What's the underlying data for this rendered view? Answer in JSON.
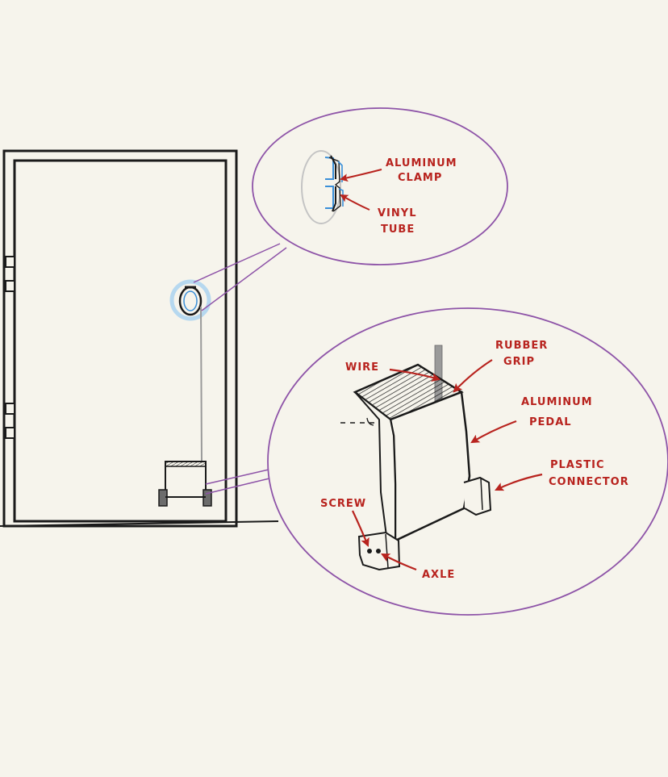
{
  "colors": {
    "background": "#f6f4ec",
    "ink": "#1a1a1a",
    "callout": "#8e54a8",
    "label": "#b8231e",
    "highlight": "#3a8fd8",
    "wire": "#9a9a9a"
  },
  "labels": {
    "aluminum_clamp": [
      "ALUMINUM",
      "CLAMP"
    ],
    "vinyl_tube": [
      "VINYL",
      "TUBE"
    ],
    "wire": "WIRE",
    "rubber_grip": [
      "RUBBER",
      "GRIP"
    ],
    "aluminum_pedal": [
      "ALUMINUM",
      "PEDAL"
    ],
    "plastic_connector": [
      "PLASTIC",
      "CONNECTOR"
    ],
    "screw": "SCREW",
    "axle": "AXLE"
  }
}
